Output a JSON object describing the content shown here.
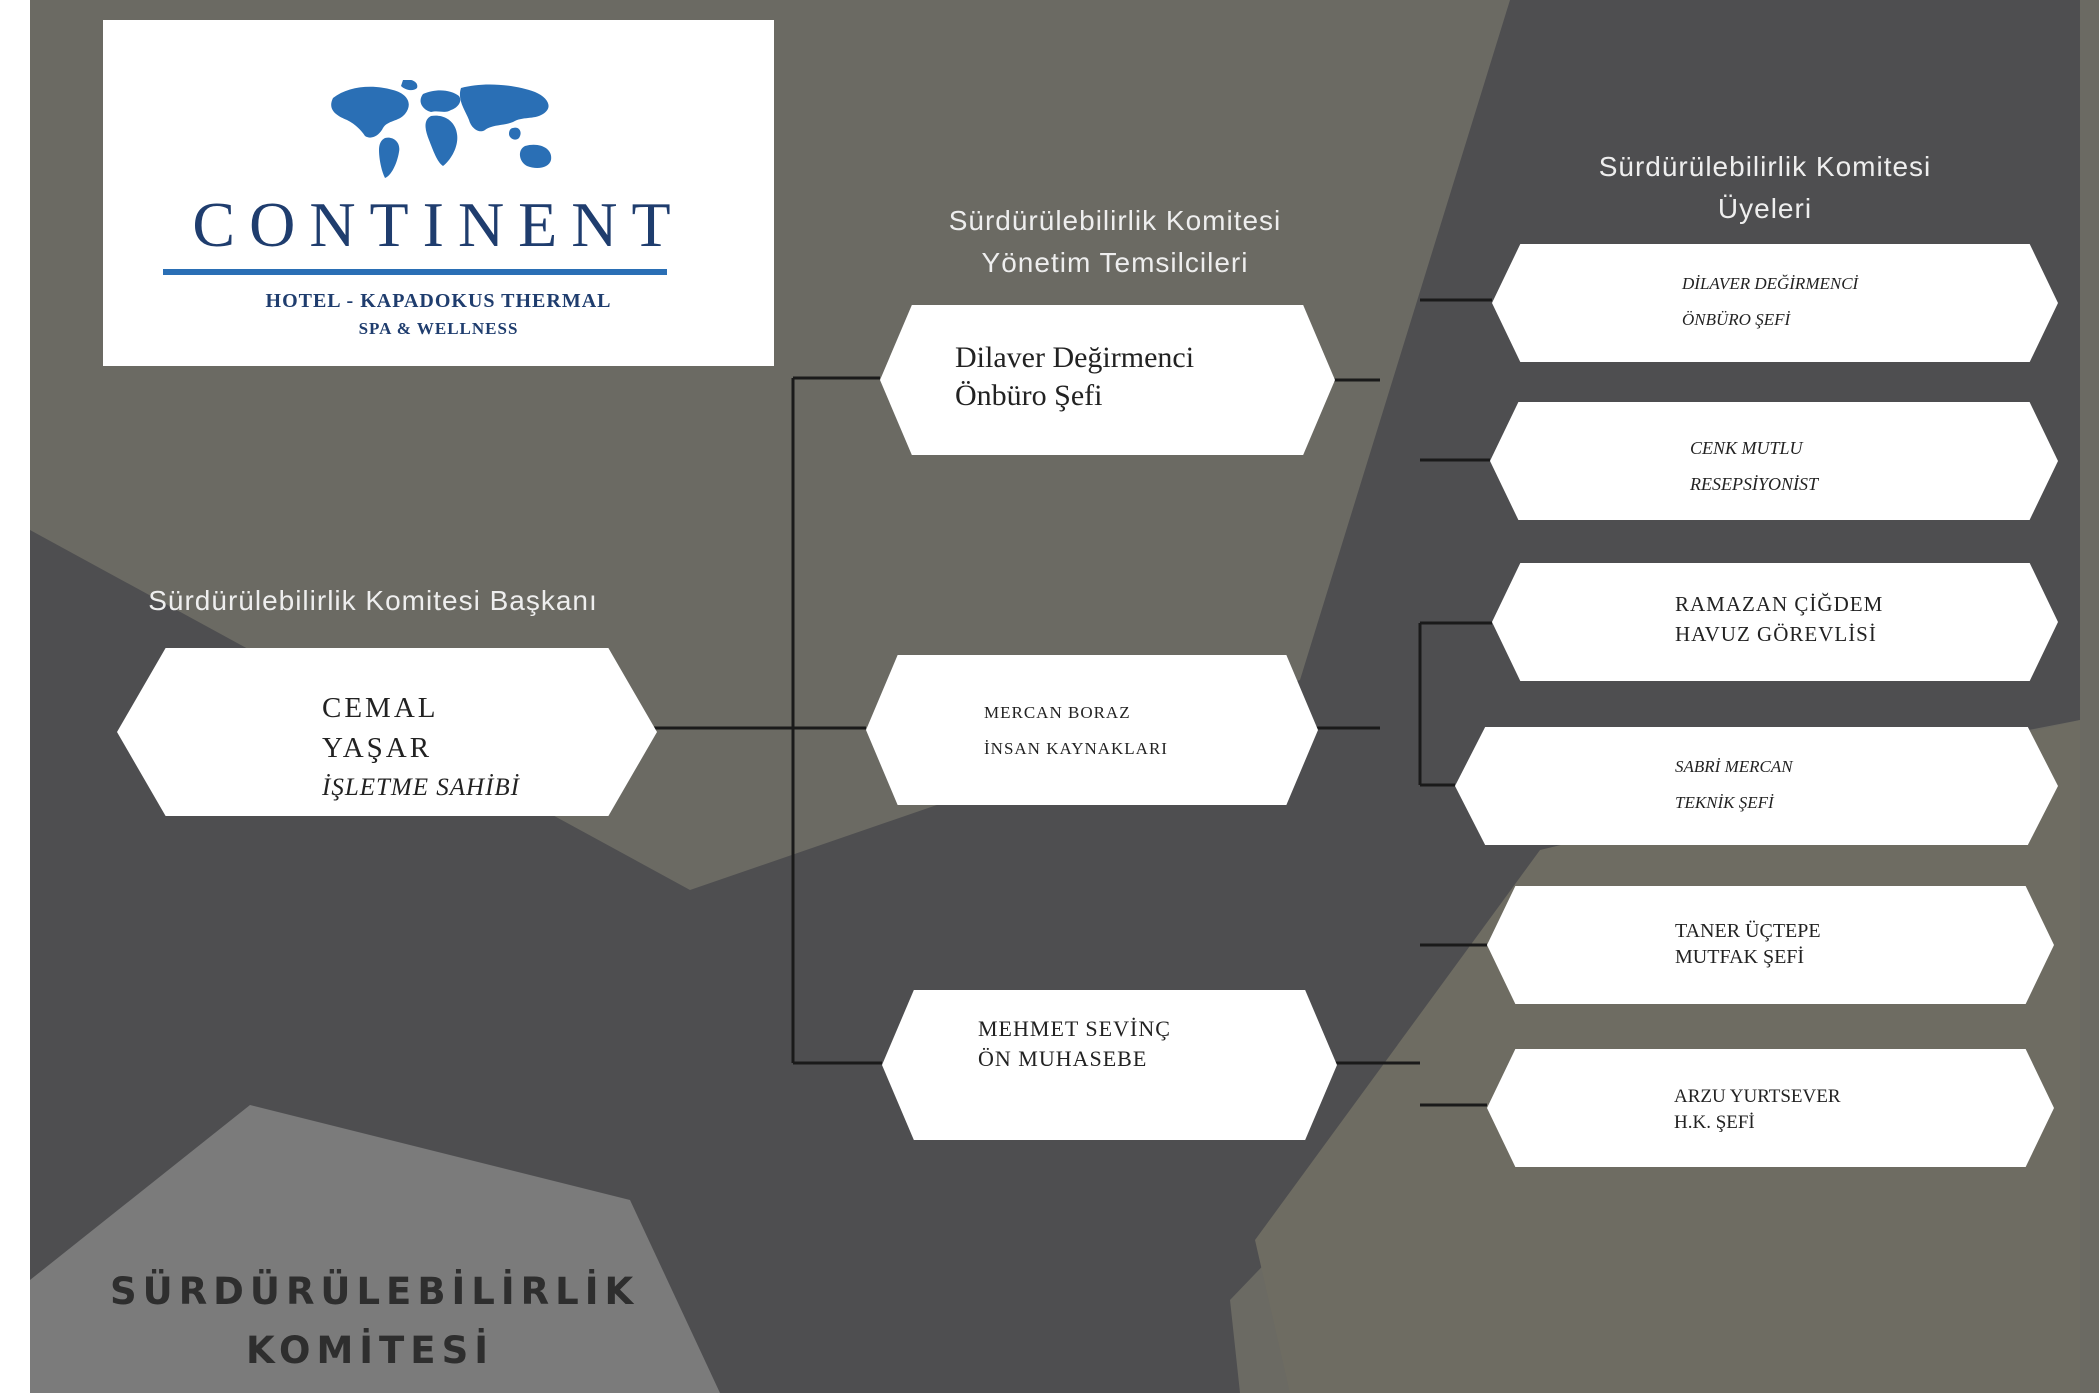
{
  "logo": {
    "brand": "CONTINENT",
    "line1": "HOTEL - KAPADOKUS THERMAL",
    "line2": "SPA & WELLNESS",
    "icon": "world-map-icon",
    "color": "#1f3d6e",
    "accent": "#2a6fb5"
  },
  "headings": {
    "chair": "Sürdürülebilirlik Komitesi Başkanı",
    "management_line1": "Sürdürülebilirlik Komitesi",
    "management_line2": "Yönetim Temsilcileri",
    "members_line1": "Sürdürülebilirlik Komitesi",
    "members_line2": "Üyeleri"
  },
  "chair": {
    "line1": "CEMAL",
    "line2": "YAŞAR",
    "role": "İŞLETME SAHİBİ"
  },
  "representatives": [
    {
      "name": "Dilaver Değirmenci",
      "role": "Önbüro Şefi"
    },
    {
      "name": "MERCAN BORAZ",
      "role": "İNSAN KAYNAKLARI"
    },
    {
      "name": "MEHMET SEVİNÇ",
      "role": "ÖN MUHASEBE"
    }
  ],
  "members": [
    {
      "name": "DİLAVER DEĞİRMENCİ",
      "role": "ÖNBÜRO ŞEFİ"
    },
    {
      "name": "CENK MUTLU",
      "role": "RESEPSİYONİST"
    },
    {
      "name": "RAMAZAN ÇİĞDEM",
      "role": "HAVUZ GÖREVLİSİ"
    },
    {
      "name": "SABRİ MERCAN",
      "role": "TEKNİK ŞEFİ"
    },
    {
      "name": "TANER ÜÇTEPE",
      "role": "MUTFAK ŞEFİ"
    },
    {
      "name": "ARZU YURTSEVER",
      "role": "H.K. ŞEFİ"
    }
  ],
  "footer": {
    "line1": "SÜRDÜRÜLEBİLİRLİK",
    "line2": "KOMİTESİ"
  },
  "colors": {
    "background_mid": "#6b6a63",
    "background_dark": "#4d4d4f",
    "background_light": "#7c7c7c",
    "card": "#ffffff",
    "connector": "#1a1a1a"
  }
}
